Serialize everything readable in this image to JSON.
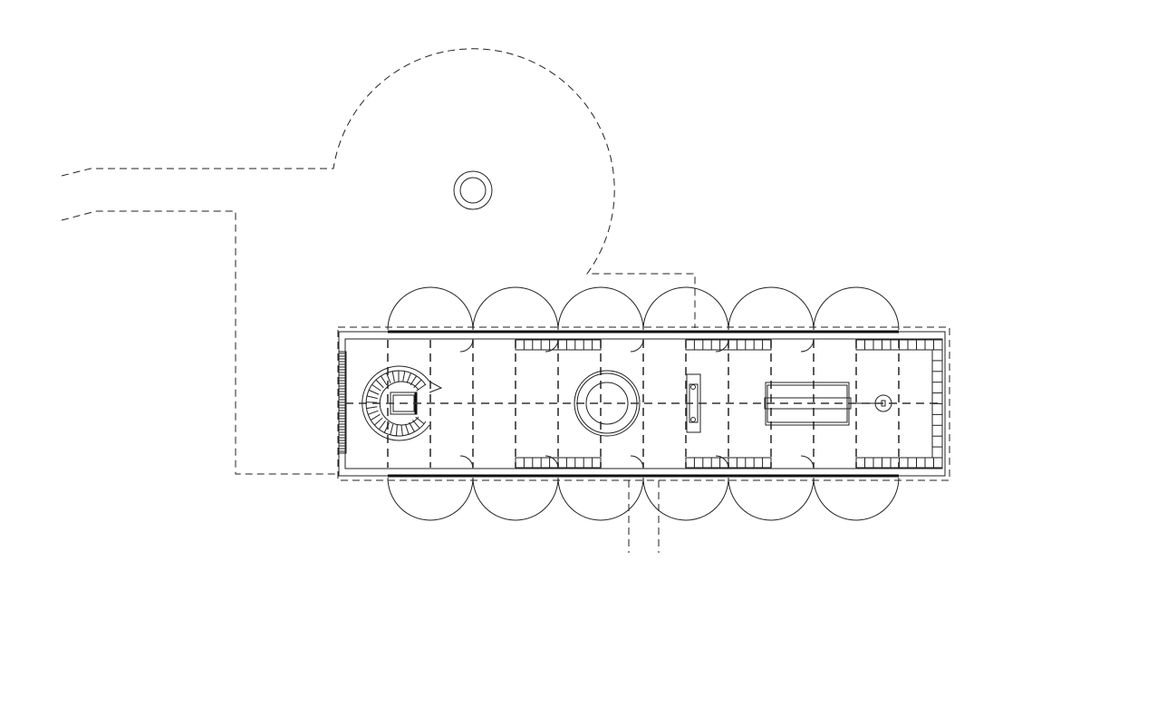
{
  "drawing": {
    "type": "architectural floor plan",
    "bays": 14,
    "door_pairs_per_side": 6
  },
  "colors": {
    "line": "#222222",
    "background": "#ffffff"
  }
}
